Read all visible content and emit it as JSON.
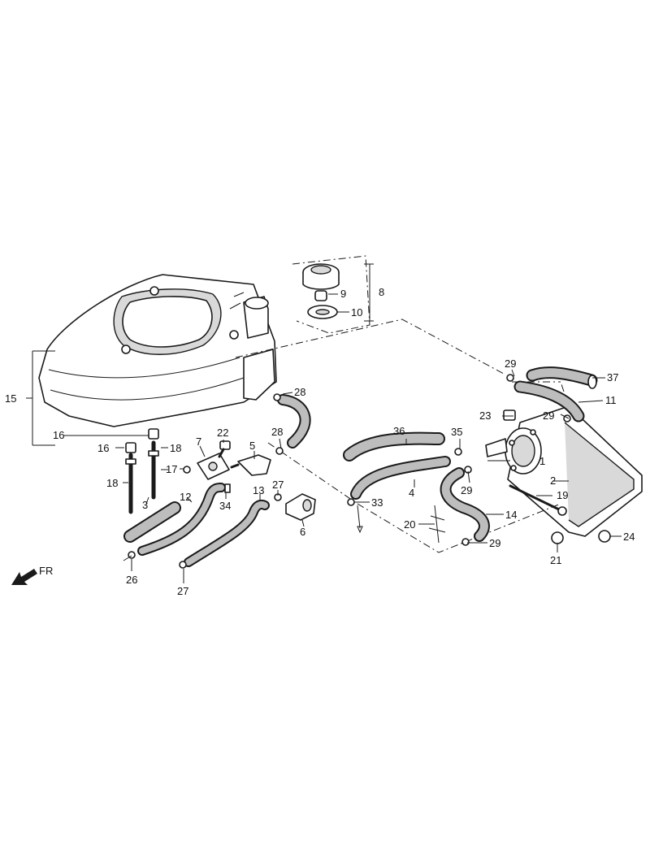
{
  "direction": {
    "label": "FR"
  },
  "callouts": [
    "1",
    "2",
    "3",
    "4",
    "5",
    "6",
    "7",
    "8",
    "9",
    "10",
    "11",
    "12",
    "13",
    "14",
    "15",
    "16",
    "16",
    "17",
    "18",
    "18",
    "19",
    "20",
    "21",
    "22",
    "23",
    "24",
    "26",
    "27",
    "27",
    "28",
    "28",
    "29",
    "29",
    "29",
    "29",
    "33",
    "34",
    "35",
    "36",
    "37"
  ],
  "colors": {
    "line": "#1a1a1a",
    "shade": "#d9d9d9",
    "hose": "#bdbdbd",
    "background": "#ffffff"
  }
}
